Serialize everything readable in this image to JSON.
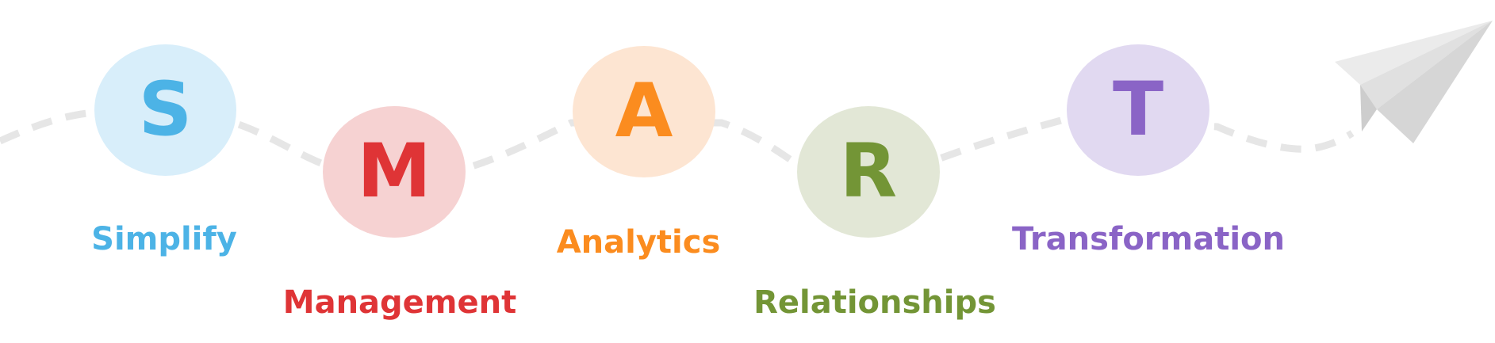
{
  "diagram": {
    "steps": [
      {
        "letter": "S",
        "word": "Simplify",
        "color": "#4cb3e6",
        "fill": "#d8eefa"
      },
      {
        "letter": "M",
        "word": "Management",
        "color": "#df3436",
        "fill": "#f6d2d2"
      },
      {
        "letter": "A",
        "word": "Analytics",
        "color": "#fb8c1f",
        "fill": "#fde5d2"
      },
      {
        "letter": "R",
        "word": "Relationships",
        "color": "#739536",
        "fill": "#e2e7d6"
      },
      {
        "letter": "T",
        "word": "Transformation",
        "color": "#8a64c6",
        "fill": "#e1d9f1"
      }
    ],
    "path_color": "#e6e6e6",
    "plane_colors": [
      "#ebebeb",
      "#e0e0e0",
      "#d6d6d6",
      "#cdcdcd"
    ],
    "icons": [
      "paper-plane-icon"
    ]
  }
}
